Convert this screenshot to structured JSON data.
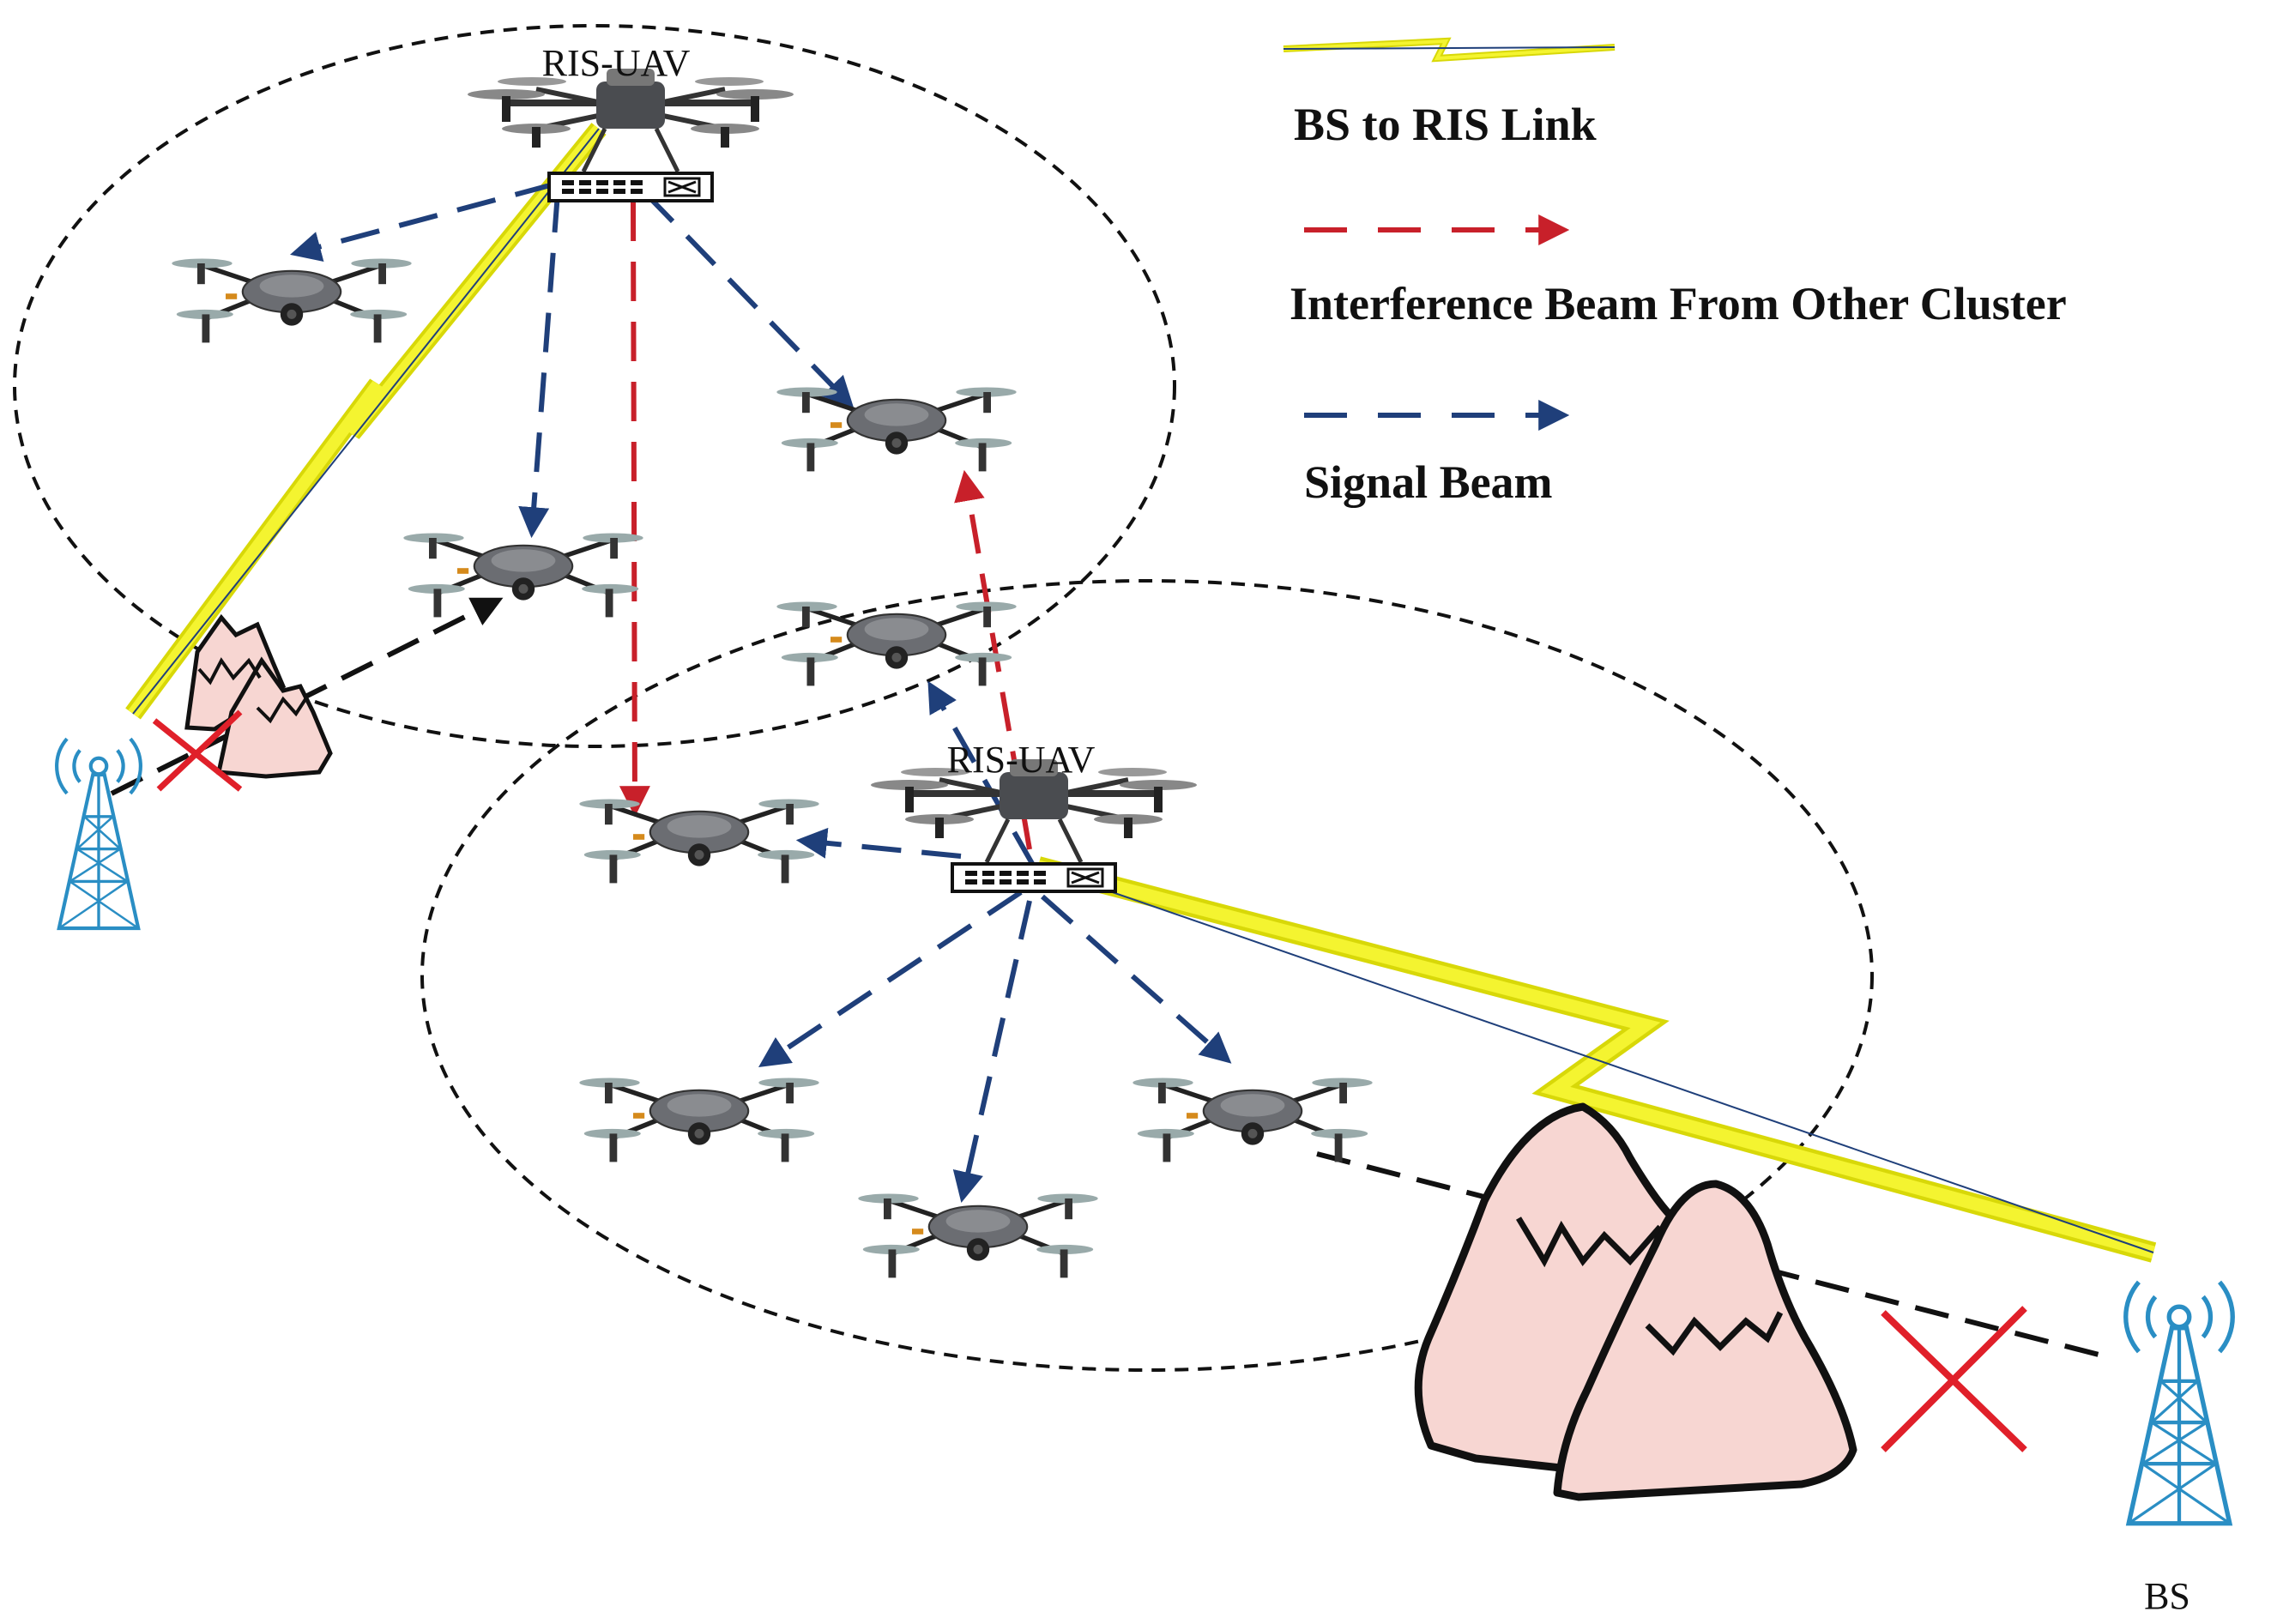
{
  "labels": {
    "ris_uav_top": "RIS-UAV",
    "ris_uav_bottom": "RIS-UAV",
    "bs": "BS"
  },
  "legend": {
    "bs_to_ris": "BS to RIS Link",
    "interference": "Interference Beam From Other Cluster",
    "signal": "Signal Beam"
  },
  "colors": {
    "signal_beam": "#1f3f7a",
    "interference_beam": "#c8202a",
    "bs_ris_link": "#f0f020",
    "tower": "#2a8ec4",
    "mountain_fill": "#f7d6d2",
    "blocked_cross": "#e0202a",
    "cluster_boundary": "#111111"
  },
  "icons": [
    "drone-icon",
    "ris-uav-icon",
    "base-station-icon",
    "mountain-icon",
    "blocked-cross-icon"
  ]
}
